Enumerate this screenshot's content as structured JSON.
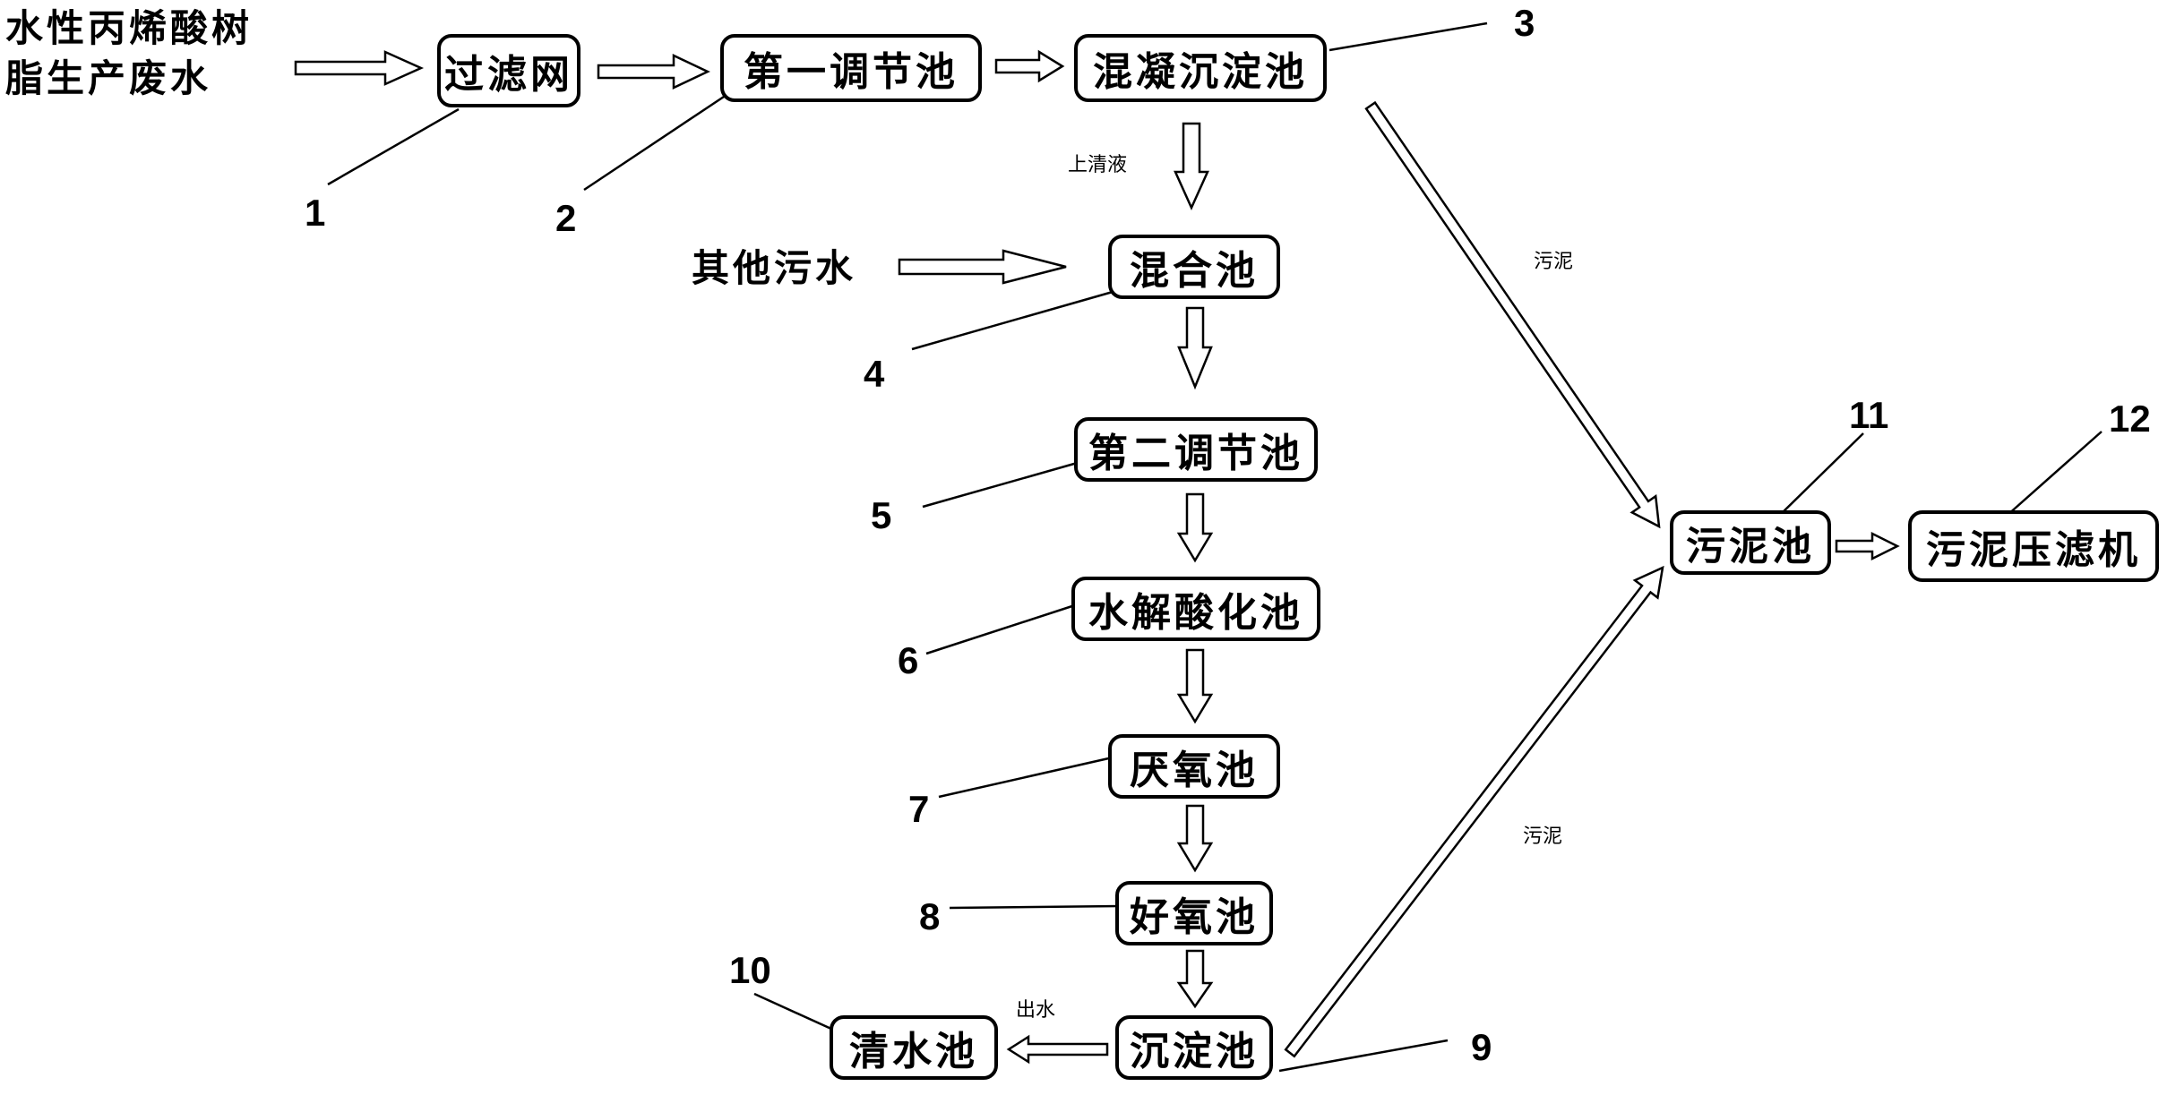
{
  "source": {
    "line1": "水性丙烯酸树",
    "line2": "脂生产废水"
  },
  "other_water": "其他污水",
  "boxes": {
    "filter": "过滤网",
    "adjust1": "第一调节池",
    "coag": "混凝沉淀池",
    "mix": "混合池",
    "adjust2": "第二调节池",
    "hydro": "水解酸化池",
    "anaerobic": "厌氧池",
    "aerobic": "好氧池",
    "sediment": "沉淀池",
    "clear": "清水池",
    "sludge_pool": "污泥池",
    "press": "污泥压滤机"
  },
  "numbers": {
    "n1": "1",
    "n2": "2",
    "n3": "3",
    "n4": "4",
    "n5": "5",
    "n6": "6",
    "n7": "7",
    "n8": "8",
    "n9": "9",
    "n10": "10",
    "n11": "11",
    "n12": "12"
  },
  "labels": {
    "supernatant": "上清液",
    "sludge_upper": "污泥",
    "sludge_lower": "污泥",
    "effluent": "出水"
  }
}
